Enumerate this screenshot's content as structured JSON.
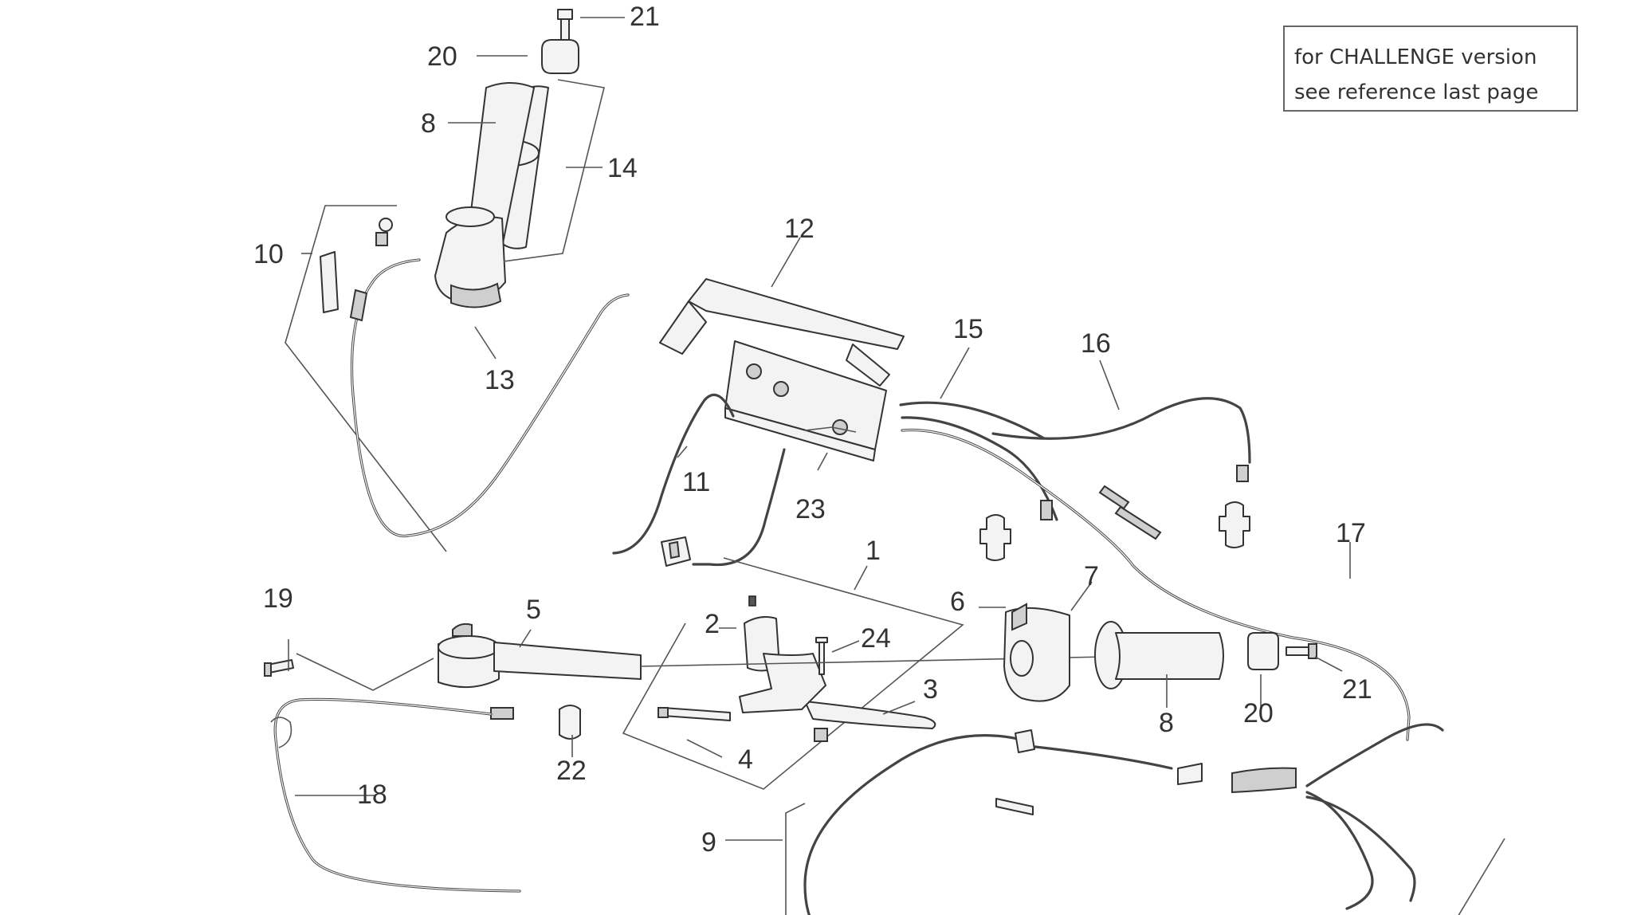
{
  "note": {
    "line1": "for CHALLENGE version",
    "line2": "see reference last page"
  },
  "callouts": {
    "c1": "1",
    "c2": "2",
    "c3": "3",
    "c4": "4",
    "c5": "5",
    "c6": "6",
    "c7": "7",
    "c8_top": "8",
    "c8_right": "8",
    "c9": "9",
    "c10": "10",
    "c11": "11",
    "c12": "12",
    "c13": "13",
    "c14": "14",
    "c15": "15",
    "c16": "16",
    "c17": "17",
    "c18": "18",
    "c19": "19",
    "c20_top": "20",
    "c20_right": "20",
    "c21_top": "21",
    "c21_right": "21",
    "c22": "22",
    "c23": "23",
    "c24": "24"
  }
}
